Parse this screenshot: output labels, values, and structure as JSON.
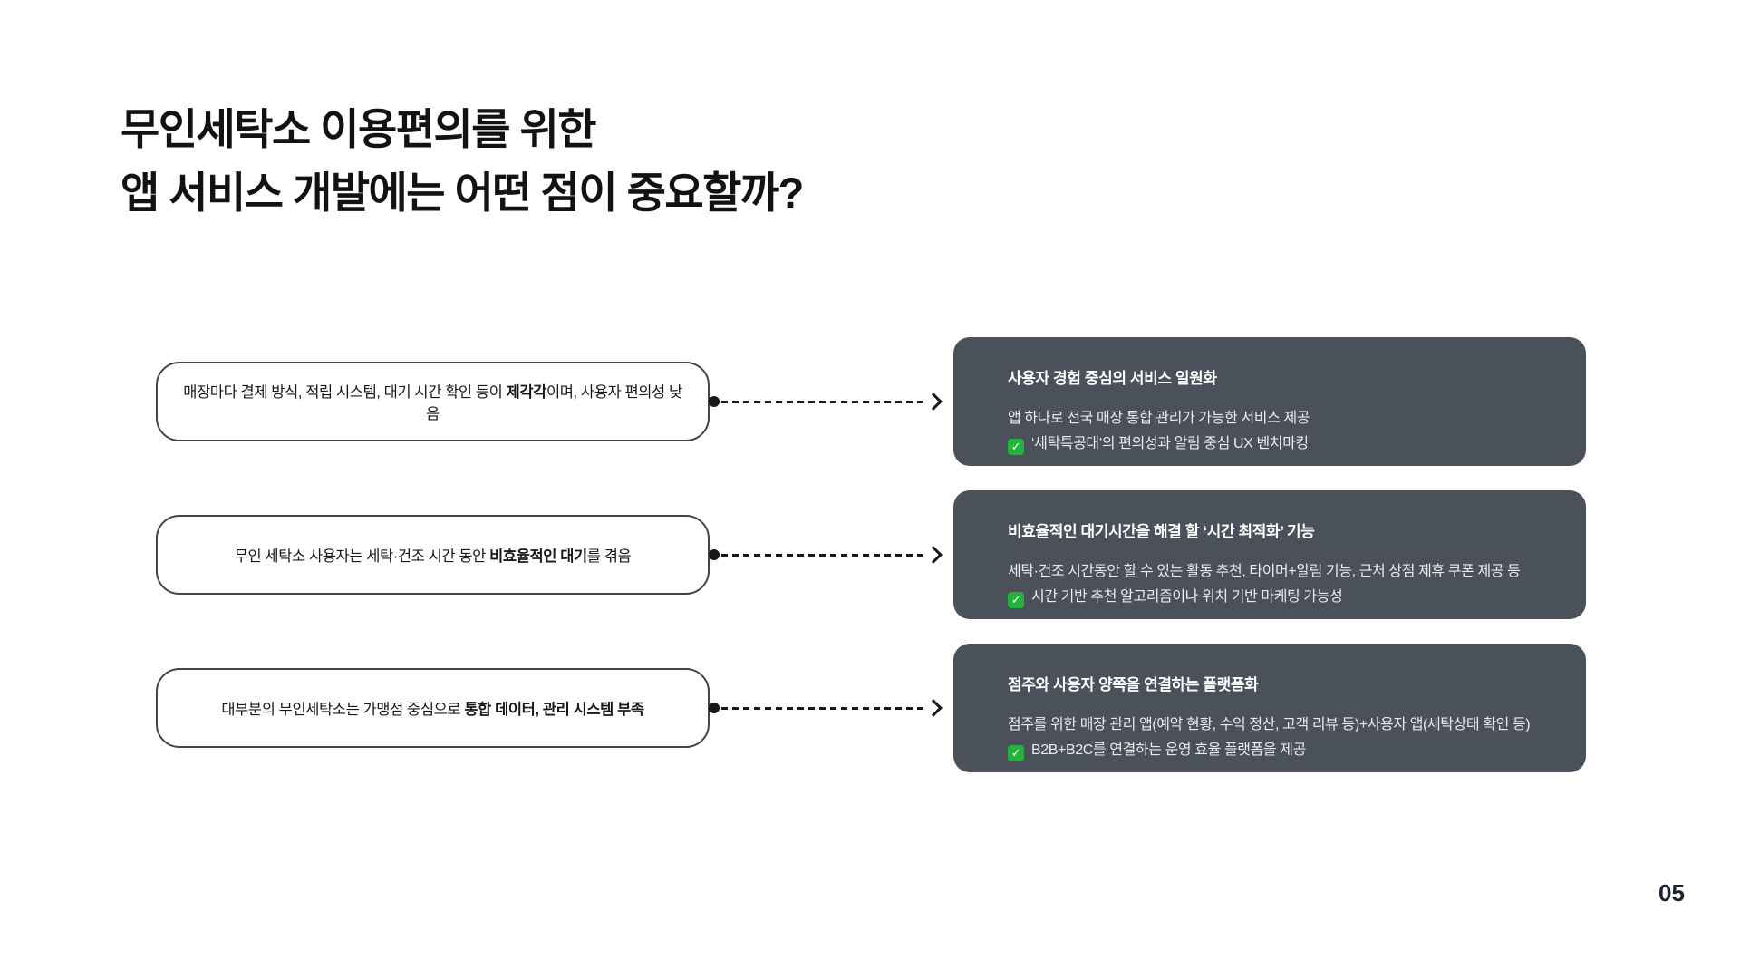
{
  "slide": {
    "title_line1": "무인세탁소 이용편의를 위한",
    "title_line2": "앱 서비스 개발에는 어떤 점이 중요할까?",
    "page_number": "05"
  },
  "colors": {
    "panel_background": "#4a515b",
    "card_border": "#3e454f",
    "ink": "#16181c",
    "check_green": "#23b33a",
    "panel_text": "#e9ebee"
  },
  "icons": {
    "check_glyph": "✓",
    "connector_dot": "filled-circle",
    "arrow_head": "chevron-right"
  },
  "rows": [
    {
      "problem": {
        "pre": "매장마다 결제 방식, 적립 시스템, 대기 시간 확인 등이 ",
        "bold": "제각각",
        "post": "이며, 사용자 편의성 낮음"
      },
      "solution": {
        "heading": "사용자 경험 중심의 서비스 일원화",
        "line1": "앱 하나로 전국 매장 통합 관리가 가능한 서비스 제공",
        "line2": "‘세탁특공대’의 편의성과 알림 중심 UX 벤치마킹"
      }
    },
    {
      "problem": {
        "pre": "무인 세탁소 사용자는 세탁·건조 시간 동안 ",
        "bold": "비효율적인 대기",
        "post": "를 겪음"
      },
      "solution": {
        "heading": "비효율적인 대기시간을 해결 할 ‘시간 최적화’ 기능",
        "line1": "세탁·건조 시간동안 할 수 있는 활동 추천, 타이머+알림 기능, 근처 상점 제휴 쿠폰 제공 등",
        "line2": "시간 기반 추천 알고리즘이나 위치 기반 마케팅 가능성"
      }
    },
    {
      "problem": {
        "pre": "대부분의 무인세탁소는 가맹점 중심으로 ",
        "bold": "통합 데이터, 관리 시스템 부족",
        "post": ""
      },
      "solution": {
        "heading": "점주와 사용자 양쪽을 연결하는 플랫폼화",
        "line1": "점주를 위한 매장 관리 앱(예약 현황, 수익 정산, 고객 리뷰 등)+사용자 앱(세탁상태 확인 등)",
        "line2": "B2B+B2C를 연결하는 운영 효율 플랫폼을 제공"
      }
    }
  ]
}
